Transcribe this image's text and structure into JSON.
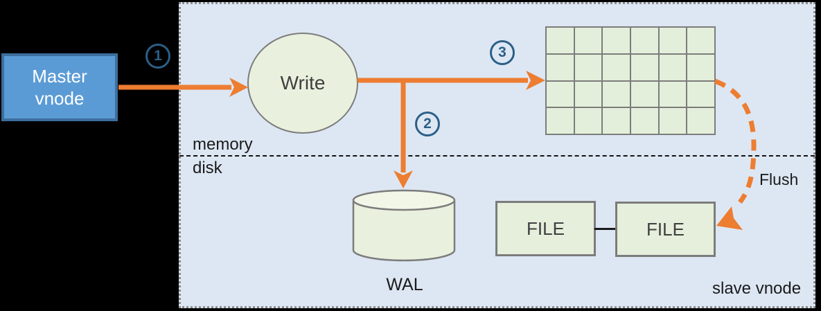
{
  "master_node": {
    "lines": [
      "Master",
      "vnode"
    ]
  },
  "steps": [
    "1",
    "2",
    "3"
  ],
  "write_node": {
    "label": "Write"
  },
  "layers": {
    "memory": "memory",
    "disk": "disk"
  },
  "wal": {
    "label": "WAL"
  },
  "cache_grid": {
    "rows": 4,
    "cols": 6
  },
  "files": [
    "FILE",
    "FILE"
  ],
  "flush": {
    "label": "Flush"
  },
  "slave": {
    "label": "slave vnode"
  },
  "colors": {
    "accent_orange": "#ED7D31",
    "step_navy": "#2B5F87",
    "master_blue_fill": "#5B9BD5",
    "master_blue_border": "#3D6E9E",
    "node_green": "#E9F1DE",
    "grid_green": "#E3EFDA",
    "container_blue": "#DDE7F3",
    "shape_border_gray": "#7C7C7C",
    "background_black": "#000000"
  }
}
